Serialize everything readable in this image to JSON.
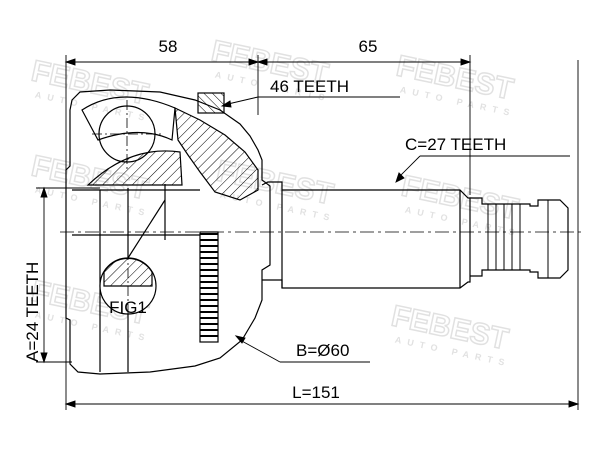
{
  "watermark": {
    "brand": "FEBEST",
    "tagline": "AUTO PARTS",
    "color": "#c9c9c9"
  },
  "dimensions": {
    "inner_length": "58",
    "outer_length": "65",
    "total_length": "L=151",
    "abs_ring_diameter": "B=Ø60"
  },
  "callouts": {
    "abs_ring_teeth": "46 TEETH",
    "outer_spline_teeth": "C=27 TEETH",
    "inner_spline_teeth": "A=24 TEETH",
    "figure_ref": "FIG1"
  },
  "colors": {
    "line": "#000000",
    "hatch": "#000000",
    "background": "#ffffff"
  }
}
